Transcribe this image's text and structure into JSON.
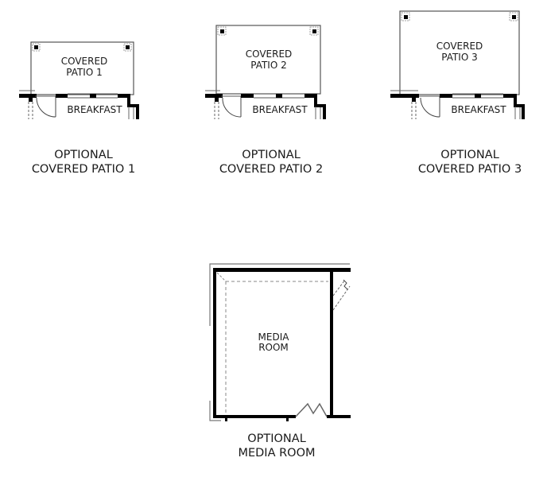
{
  "patios": [
    {
      "room_label_line1": "COVERED",
      "room_label_line2": "PATIO 1",
      "adjacent_room": "BREAKFAST",
      "caption_line1": "OPTIONAL",
      "caption_line2": "COVERED PATIO 1"
    },
    {
      "room_label_line1": "COVERED",
      "room_label_line2": "PATIO 2",
      "adjacent_room": "BREAKFAST",
      "caption_line1": "OPTIONAL",
      "caption_line2": "COVERED PATIO 2"
    },
    {
      "room_label_line1": "COVERED",
      "room_label_line2": "PATIO 3",
      "adjacent_room": "BREAKFAST",
      "caption_line1": "OPTIONAL",
      "caption_line2": "COVERED PATIO 3"
    }
  ],
  "media_room": {
    "room_label_line1": "MEDIA",
    "room_label_line2": "ROOM",
    "caption_line1": "OPTIONAL",
    "caption_line2": "MEDIA ROOM"
  },
  "colors": {
    "wall": "#000000",
    "thin_line": "#555555",
    "dashed_line": "#777777",
    "text": "#1a1a1a"
  }
}
